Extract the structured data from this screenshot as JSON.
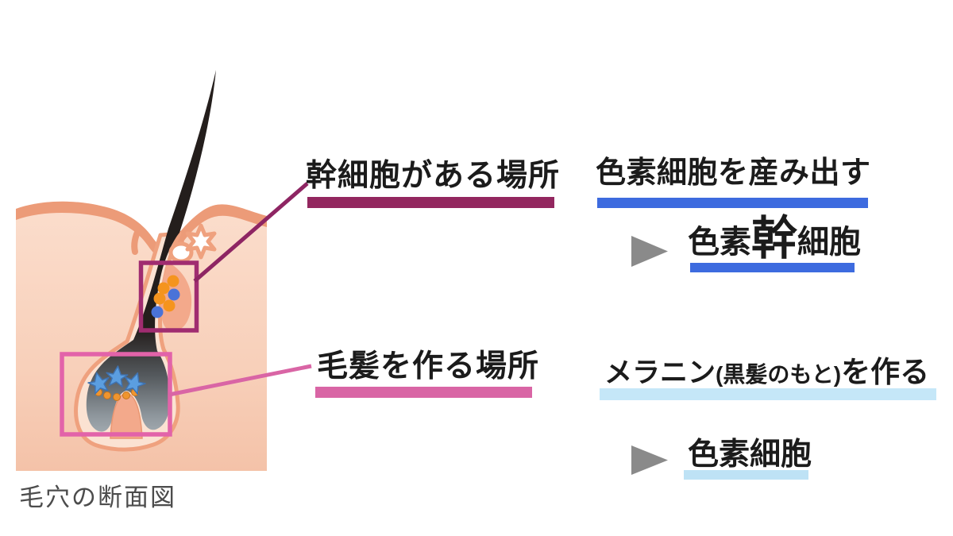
{
  "diagram": {
    "caption": "毛穴の断面図",
    "stem_cell_label": "幹細胞がある場所",
    "hair_label": "毛髪を作る場所"
  },
  "right": {
    "row1": {
      "heading": "色素細胞を産み出す",
      "term_prefix": "色素",
      "term_emph": "幹",
      "term_suffix": "細胞"
    },
    "row2": {
      "heading_main": "メラニン",
      "heading_paren": "(黒髪のもと)",
      "heading_tail": "を作る",
      "term": "色素細胞"
    }
  },
  "icons": {
    "arrow_right": "▶",
    "sebaceous_gland": "star-burst",
    "melanocyte": "star-cell"
  },
  "colors": {
    "stem_label_underline": "#93275F",
    "hair_label_underline": "#D965A5",
    "blue_underline": "#3D6BDF",
    "light_blue_underline": "#C5E7F8",
    "arrow_gray": "#8A8A8A",
    "bulge_box": "#A02C70",
    "bulb_box": "#E263A9",
    "skin_surface": "#EC9B78",
    "skin_fill": "#FADAC8",
    "hair": "#261F1D",
    "bulb_gray": "#AAB3B9",
    "stem_dot_orange": "#F5941E",
    "stem_dot_blue": "#4A73D8",
    "melanocyte_blue": "#5B9EE0"
  }
}
